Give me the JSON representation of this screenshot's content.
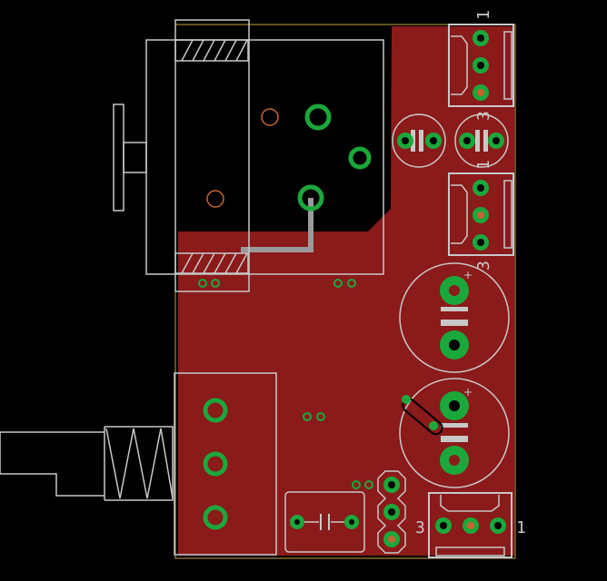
{
  "board": {
    "colors": {
      "background": "#000000",
      "copper": "#8b1a1a",
      "silkscreen": "#c8c8c8",
      "pad": "#1aa83a",
      "drill": "#c86432",
      "outline": "#c8a040"
    }
  },
  "labels": {
    "top_connector_pin1": "1",
    "mid_connector_pin3": "3",
    "mid_connector_pin1": "1",
    "side_connector_pin3": "3",
    "bottom_connector_pin3": "3",
    "bottom_connector_pin1": "1"
  }
}
